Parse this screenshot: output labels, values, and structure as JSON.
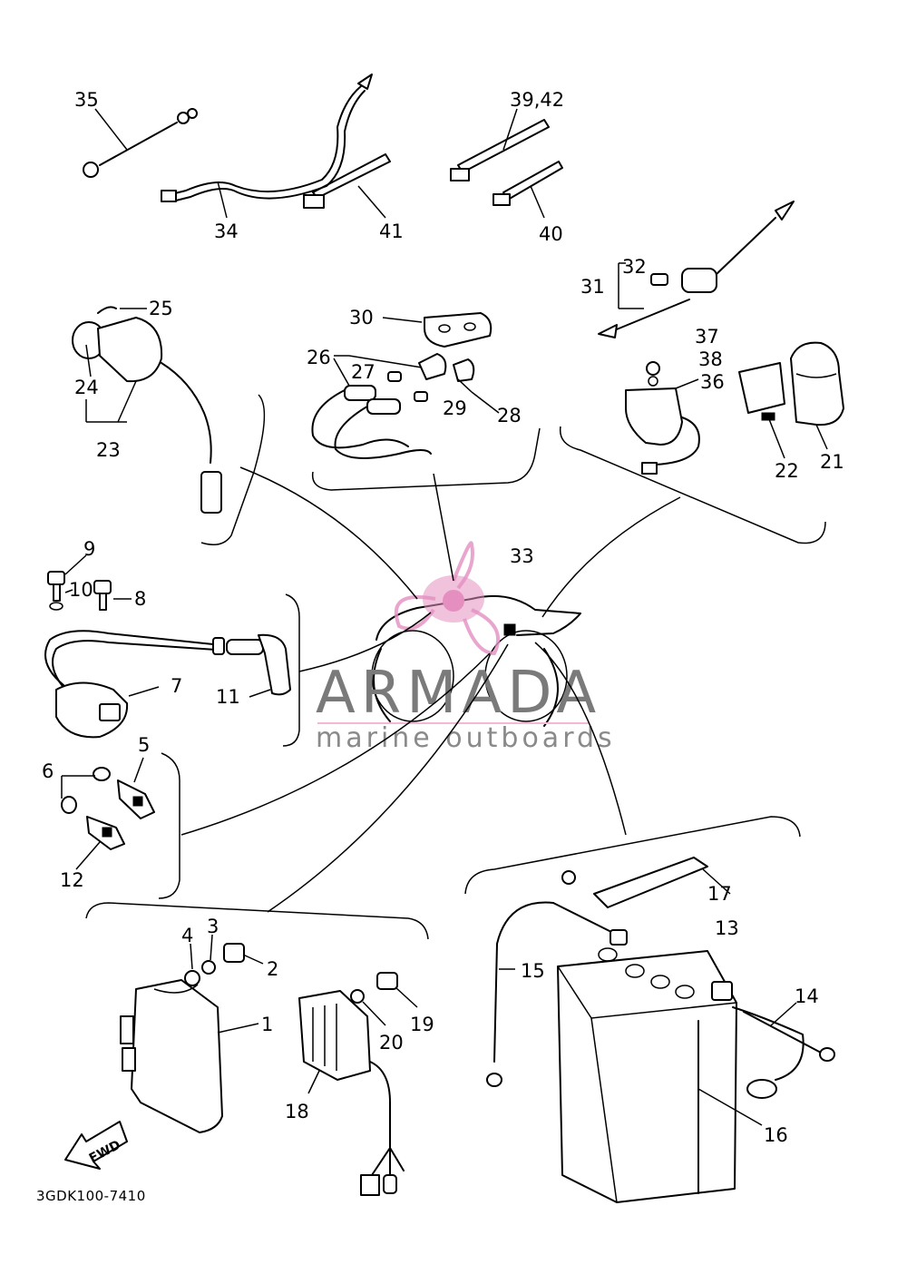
{
  "diagram_code": "3GDK100-7410",
  "fwd_label": "FWD",
  "watermark": {
    "brand": "ARMADA",
    "tagline": "marine outboards",
    "accent_color": "#e48fc0",
    "rule_color": "#f3b8d8"
  },
  "callouts": {
    "p1": "1",
    "p2": "2",
    "p3": "3",
    "p4": "4",
    "p5": "5",
    "p6": "6",
    "p7": "7",
    "p8": "8",
    "p9": "9",
    "p10": "10",
    "p11": "11",
    "p12": "12",
    "p13": "13",
    "p14": "14",
    "p15": "15",
    "p16": "16",
    "p17": "17",
    "p18": "18",
    "p19": "19",
    "p20": "20",
    "p21": "21",
    "p22": "22",
    "p23": "23",
    "p24": "24",
    "p25": "25",
    "p26": "26",
    "p27": "27",
    "p28": "28",
    "p29": "29",
    "p30": "30",
    "p31": "31",
    "p32": "32",
    "p33": "33",
    "p34": "34",
    "p35": "35",
    "p36": "36",
    "p37": "37",
    "p38": "38",
    "p39_42": "39,42",
    "p40": "40",
    "p41": "41"
  }
}
